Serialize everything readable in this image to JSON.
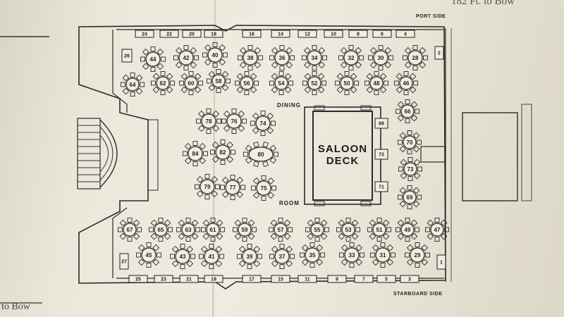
{
  "captions": {
    "top_right": "182 Ft. to Bow",
    "bottom_left": "to Bow"
  },
  "labels": {
    "port_side": "PORT SIDE",
    "starboard_side": "STARBOARD SIDE",
    "dining": "DINING",
    "room": "ROOM",
    "saloon_line1": "SALOON",
    "saloon_line2": "DECK"
  },
  "banquettes_port": [
    "24",
    "22",
    "20",
    "18",
    "16",
    "14",
    "12",
    "10",
    "8",
    "6",
    "4"
  ],
  "banquettes_starboard": [
    "25",
    "23",
    "21",
    "19",
    "17",
    "15",
    "11",
    "9",
    "7",
    "5",
    "3"
  ],
  "side_booths": {
    "port_end": [
      "26",
      "2"
    ],
    "starboard_end": [
      "27",
      "1"
    ],
    "saloon_side": [
      "68",
      "72",
      "71"
    ]
  },
  "round_tables": {
    "port_row_1": [
      "44",
      "42",
      "40",
      "38",
      "36",
      "34",
      "32",
      "30",
      "28"
    ],
    "port_row_2": [
      "64",
      "62",
      "60",
      "58",
      "56",
      "54",
      "52",
      "50",
      "48",
      "46"
    ],
    "center": [
      "78",
      "76",
      "74",
      "84",
      "82",
      "80",
      "79",
      "77",
      "75"
    ],
    "aft_right": [
      "66",
      "70",
      "73",
      "69"
    ],
    "starboard_row_1": [
      "67",
      "65",
      "63",
      "61",
      "59",
      "57",
      "55",
      "53",
      "51",
      "49",
      "47"
    ],
    "starboard_row_2": [
      "45",
      "43",
      "41",
      "39",
      "37",
      "35",
      "33",
      "31",
      "29"
    ]
  }
}
